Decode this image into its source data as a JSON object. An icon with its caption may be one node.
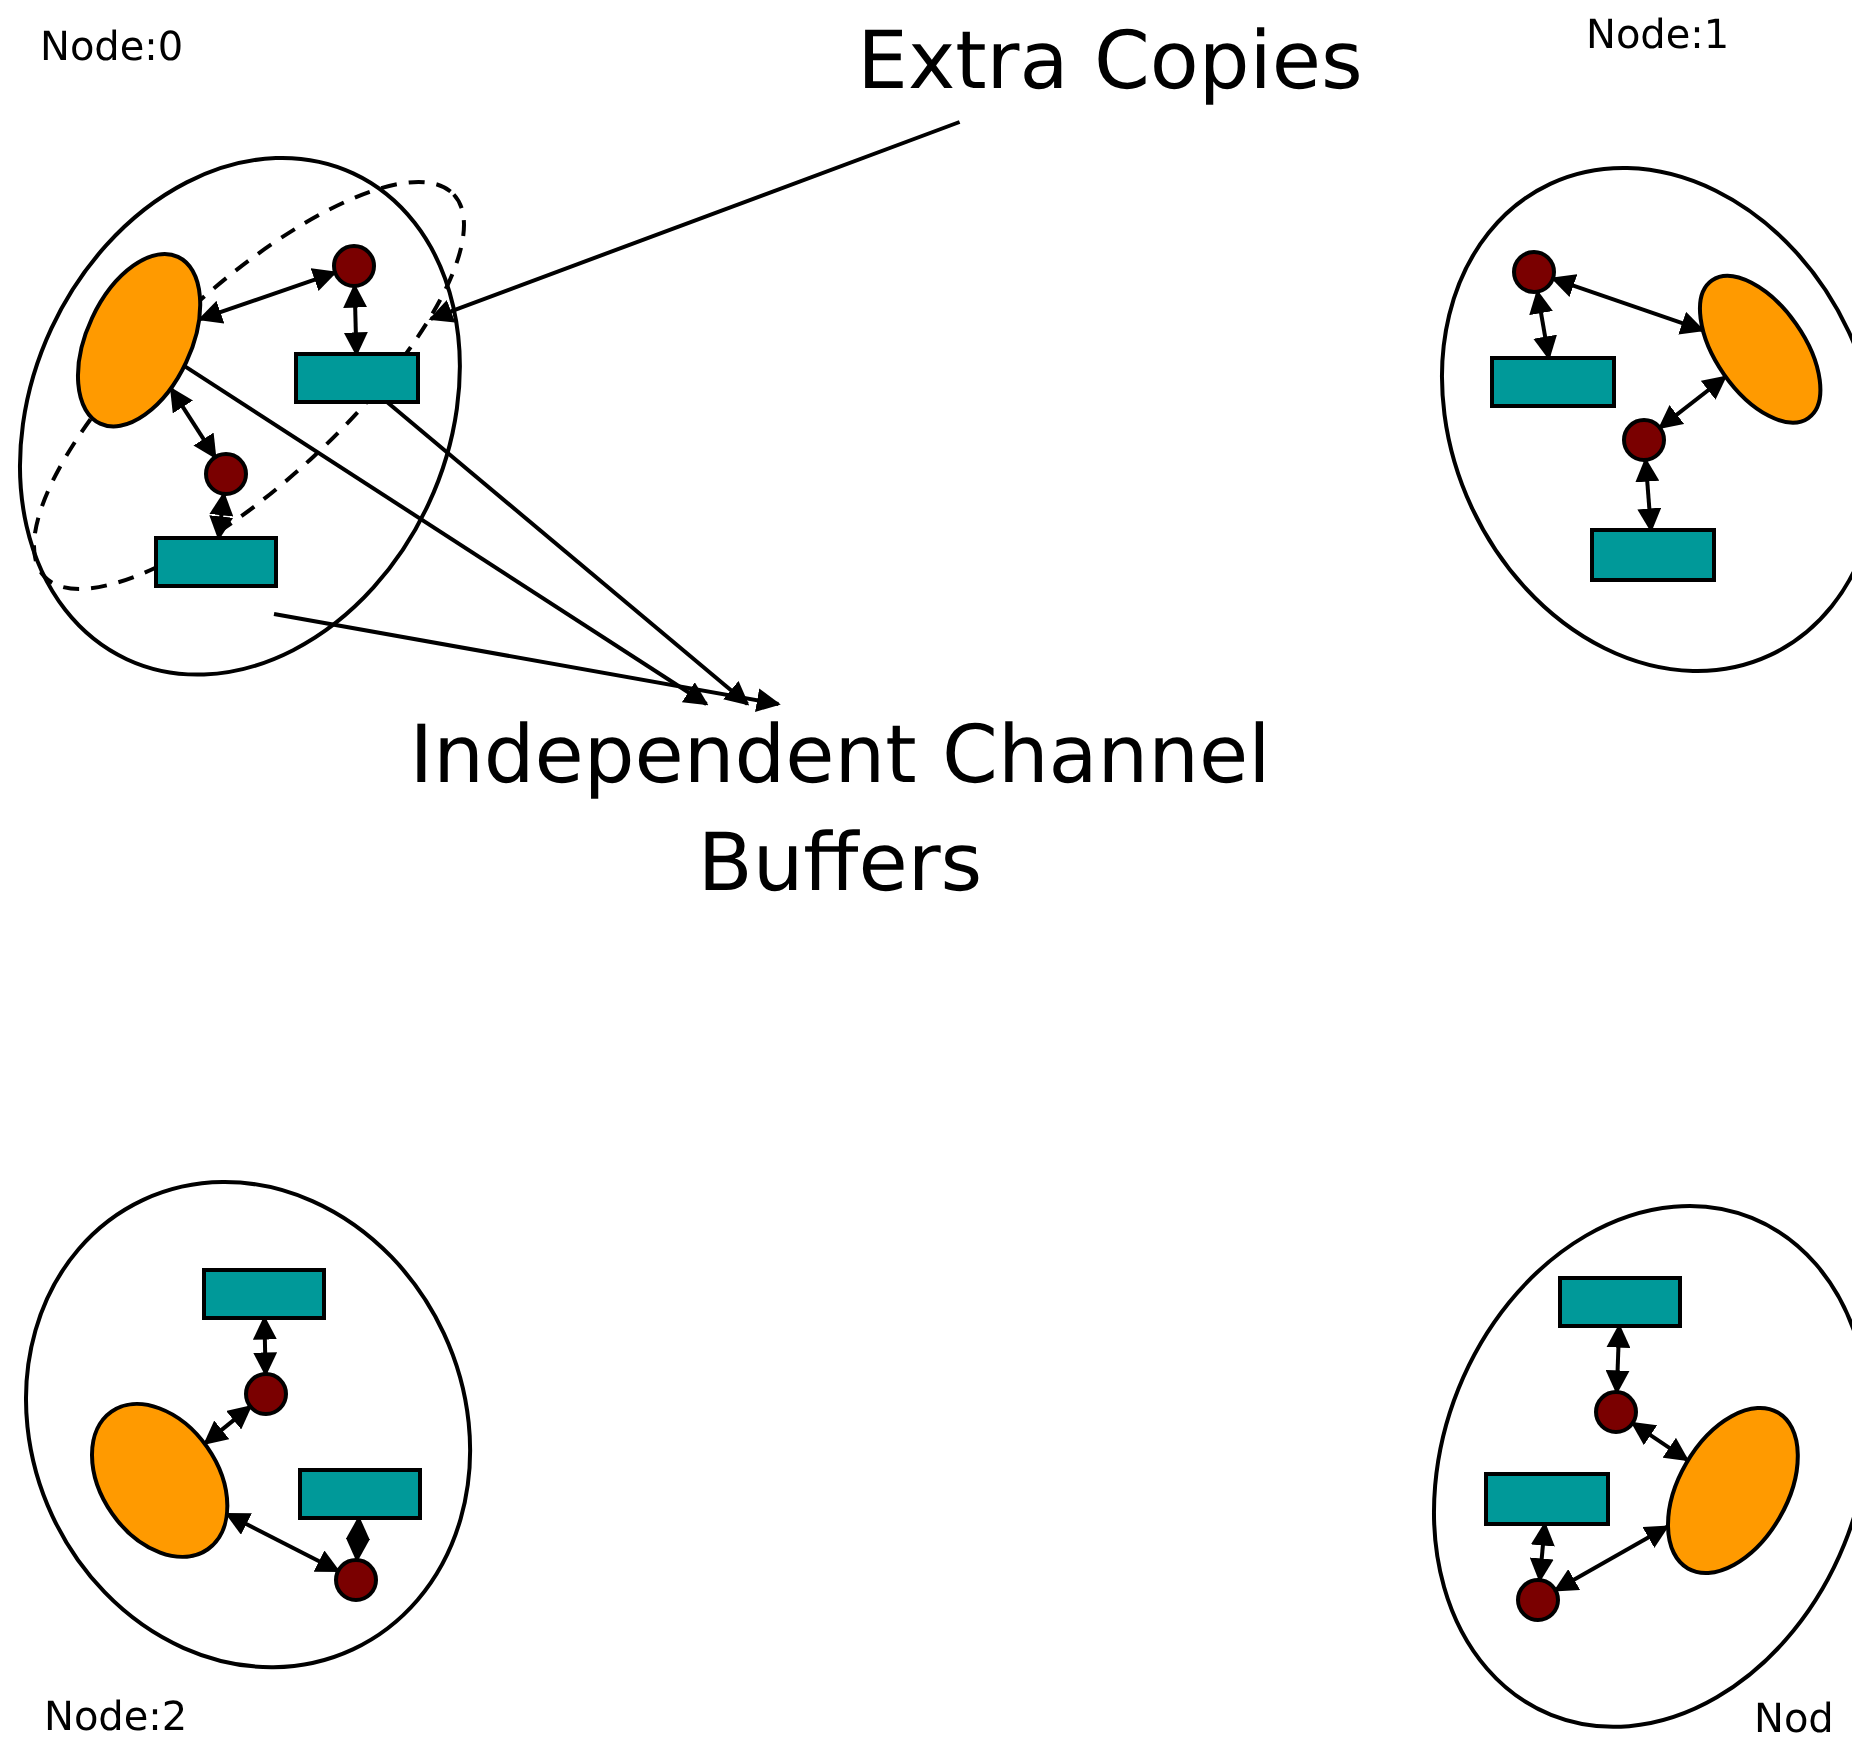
{
  "diagram": {
    "nodes": [
      {
        "text": [
          "Node:0"
        ]
      },
      {
        "text": [],
        "shape": "ellipse",
        "in": 0
      },
      {
        "text": [],
        "shape": "ellipse",
        "in": 0
      },
      {
        "text": [],
        "shape": "circle",
        "in": 1
      },
      {
        "text": [],
        "shape": "box",
        "in": 1
      },
      {
        "text": [],
        "shape": "circle",
        "in": 1
      },
      {
        "text": [],
        "shape": "box",
        "in": 0
      },
      {
        "text": [
          "Extra Copies"
        ]
      },
      {
        "text": [
          "Node:1"
        ]
      },
      {
        "text": [],
        "shape": "circle",
        "in": 8
      },
      {
        "text": [],
        "shape": "ellipse",
        "in": 8
      },
      {
        "text": [],
        "shape": "box",
        "in": 8
      },
      {
        "text": [],
        "shape": "circle",
        "in": 8
      },
      {
        "text": [],
        "shape": "box",
        "in": 8
      },
      {
        "text": [
          "Independent Channel Buffers"
        ]
      },
      {
        "text": [
          "Node:2"
        ]
      },
      {
        "text": [],
        "shape": "box",
        "in": 15
      },
      {
        "text": [],
        "shape": "circle",
        "in": 15
      },
      {
        "text": [],
        "shape": "ellipse",
        "in": 15
      },
      {
        "text": [],
        "shape": "box",
        "in": 15
      },
      {
        "text": [],
        "shape": "circle",
        "in": 15
      },
      {
        "text": [
          "Nod"
        ]
      },
      {
        "text": [],
        "shape": "box",
        "in": 21
      },
      {
        "text": [],
        "shape": "circle",
        "in": 21
      },
      {
        "text": [],
        "shape": "ellipse",
        "in": 21
      },
      {
        "text": [],
        "shape": "box",
        "in": 21
      },
      {
        "text": [],
        "shape": "circle",
        "in": 21
      }
    ],
    "edges": [
      {
        "from": 7,
        "to": 1,
        "arrow": "to"
      },
      {
        "from": 3,
        "to": 4,
        "arrow": "both"
      },
      {
        "from": 3,
        "to": 2,
        "arrow": "both"
      },
      {
        "from": 5,
        "to": 6,
        "arrow": "both"
      },
      {
        "from": 5,
        "to": 2,
        "arrow": "both"
      },
      {
        "from": 2,
        "to": 14,
        "arrow": "to"
      },
      {
        "from": 4,
        "to": 14,
        "arrow": "to"
      },
      {
        "from": null,
        "to": 14,
        "arrow": "to"
      },
      {
        "from": 9,
        "to": 11,
        "arrow": "both"
      },
      {
        "from": 9,
        "to": 10,
        "arrow": "both"
      },
      {
        "from": 12,
        "to": 13,
        "arrow": "both"
      },
      {
        "from": 12,
        "to": 10,
        "arrow": "both"
      },
      {
        "from": 16,
        "to": 17,
        "arrow": "both"
      },
      {
        "from": 17,
        "to": 18,
        "arrow": "both"
      },
      {
        "from": 19,
        "to": 20,
        "arrow": "both"
      },
      {
        "from": 20,
        "to": 18,
        "arrow": "both"
      },
      {
        "from": 22,
        "to": 23,
        "arrow": "both"
      },
      {
        "from": 23,
        "to": 24,
        "arrow": "both"
      },
      {
        "from": 25,
        "to": 26,
        "arrow": "both"
      },
      {
        "from": 26,
        "to": 24,
        "arrow": "both"
      }
    ]
  }
}
